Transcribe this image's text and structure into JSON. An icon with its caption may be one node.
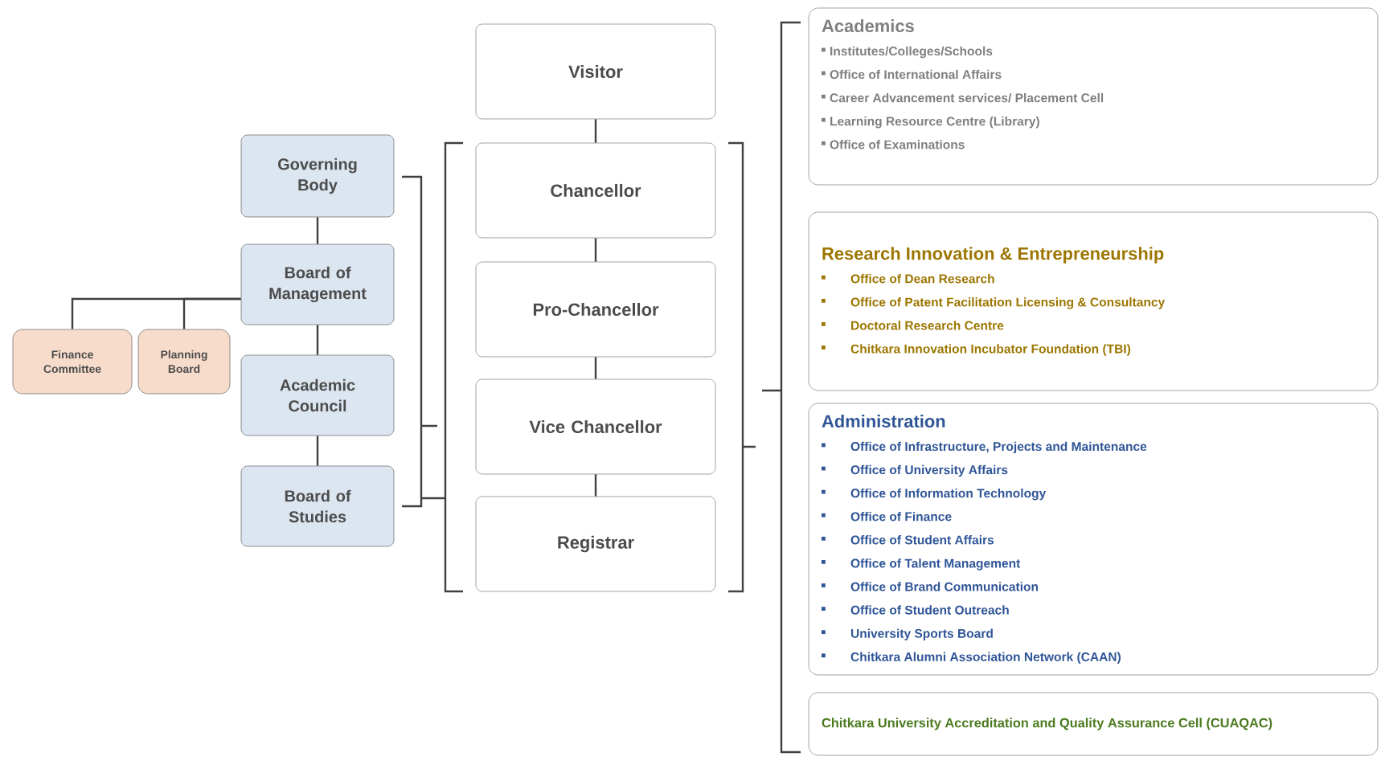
{
  "diagram": {
    "nodes": [
      {
        "text": [
          "Governing Body"
        ]
      },
      {
        "text": [
          "Board of Management"
        ]
      },
      {
        "text": [
          "Academic Council"
        ]
      },
      {
        "text": [
          "Board of Studies"
        ]
      },
      {
        "text": [
          "Finance Committee"
        ]
      },
      {
        "text": [
          "Planning Board"
        ]
      },
      {
        "text": [
          "Visitor"
        ]
      },
      {
        "text": [
          "Chancellor"
        ]
      },
      {
        "text": [
          "Pro-Chancellor"
        ]
      },
      {
        "text": [
          "Vice Chancellor"
        ]
      },
      {
        "text": [
          "Registrar"
        ]
      },
      {
        "text": [
          "Academics",
          "Institutes/Colleges/Schools",
          "Office of International Affairs",
          "Career Advancement services/ Placement Cell",
          "Learning Resource Centre (Library)",
          "Office of Examinations"
        ]
      },
      {
        "text": [
          "Research Innovation & Entrepreneurship",
          "Office of Dean Research",
          "Office of Patent Facilitation Licensing & Consultancy",
          "Doctoral Research Centre",
          "Chitkara Innovation Incubator Foundation (TBI)"
        ]
      },
      {
        "text": [
          "Administration",
          "Office of Infrastructure, Projects and Maintenance",
          "Office of University Affairs",
          "Office of Information Technology",
          "Office of Finance",
          "Office of Student Affairs",
          "Office of Talent Management",
          "Office of Brand Communication",
          "Office of Student Outreach",
          "University Sports Board",
          "Chitkara Alumni Association Network (CAAN)"
        ]
      },
      {
        "text": [
          "Chitkara University Accreditation and Quality Assurance Cell (CUAQAC)"
        ]
      }
    ],
    "edges": [
      {
        "from": 0,
        "to": 1,
        "arrow": "none"
      },
      {
        "from": 1,
        "to": 2,
        "arrow": "none"
      },
      {
        "from": 2,
        "to": 3,
        "arrow": "none"
      },
      {
        "from": 1,
        "to": 4,
        "arrow": "none"
      },
      {
        "from": 1,
        "to": 5,
        "arrow": "none"
      },
      {
        "from": 6,
        "to": 7,
        "arrow": "none"
      },
      {
        "from": 7,
        "to": 8,
        "arrow": "none"
      },
      {
        "from": 8,
        "to": 9,
        "arrow": "none"
      },
      {
        "from": 9,
        "to": 10,
        "arrow": "none"
      }
    ]
  }
}
